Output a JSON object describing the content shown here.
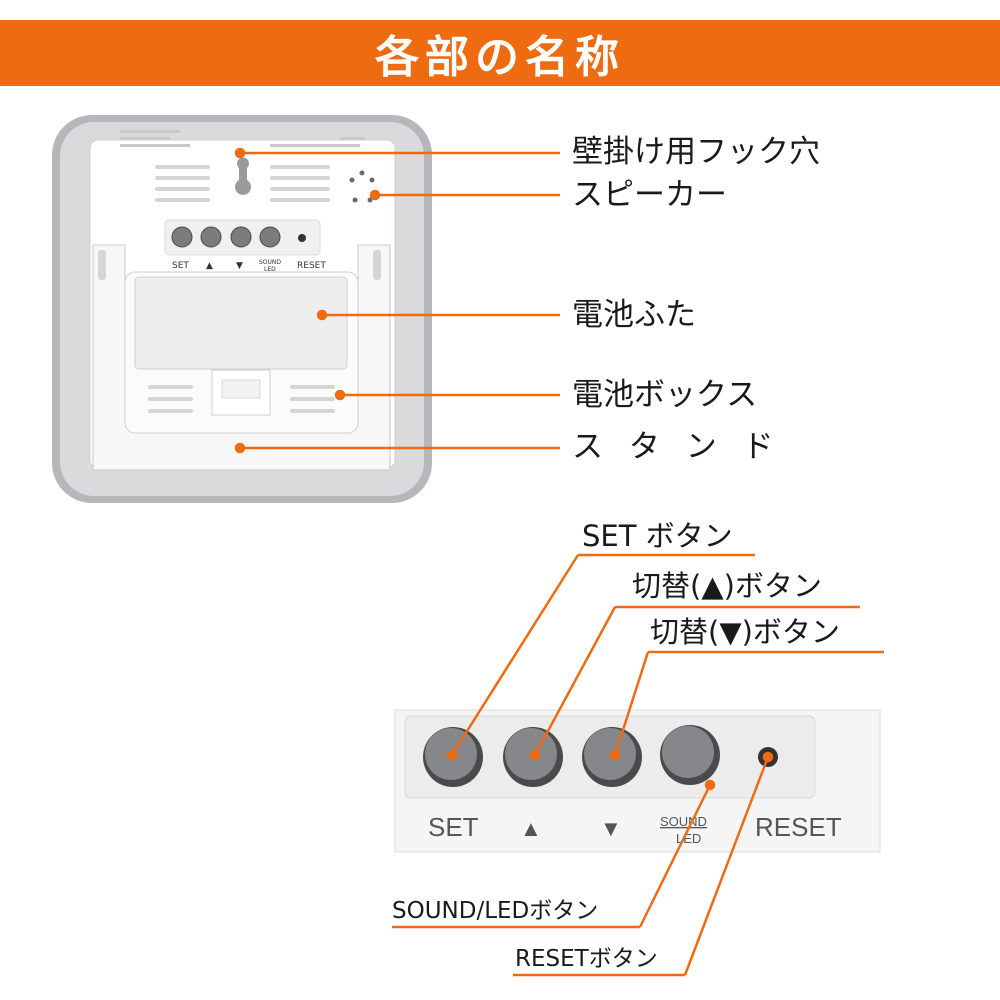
{
  "header": {
    "title": "各部の名称"
  },
  "device": {
    "button_labels": [
      "SET",
      "▲",
      "▼",
      "SOUND",
      "LED",
      "RESET"
    ]
  },
  "callouts_top": {
    "hook_hole": "壁掛け用フック穴",
    "speaker": "スピーカー",
    "battery_cover": "電池ふた",
    "battery_box": "電池ボックス",
    "stand": "ス タ ン ド"
  },
  "callouts_bottom": {
    "set_button": "SET ボタン",
    "up_button": "切替(▲)ボタン",
    "down_button": "切替(▼)ボタン",
    "sound_led_button": "SOUND/LEDボタン",
    "reset_button": "RESETボタン"
  },
  "colors": {
    "accent": "#ee6b12",
    "button": "#7a7c7e",
    "frame": "#b9bbbe"
  }
}
